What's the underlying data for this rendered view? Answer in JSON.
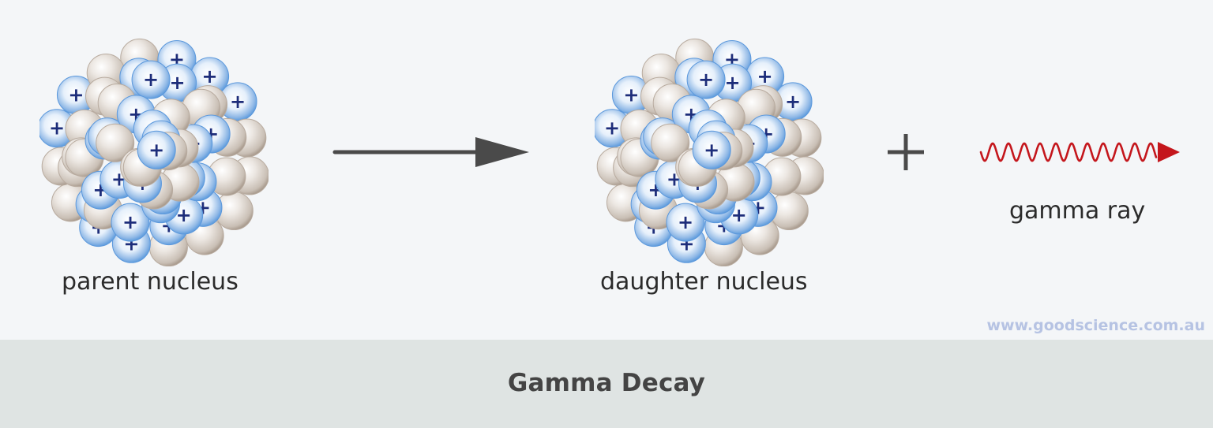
{
  "diagram": {
    "parent_label": "parent nucleus",
    "daughter_label": "daughter nucleus",
    "gamma_label": "gamma ray",
    "proton_symbol": "+"
  },
  "caption": {
    "title": "Gamma Decay"
  },
  "watermark": {
    "text": "www.goodscience.com.au"
  },
  "colors": {
    "background": "#f4f6f8",
    "caption_bar": "#dfe4e3",
    "proton": "#4a90d9",
    "neutron": "#c9bfb5",
    "arrow": "#4a4a4a",
    "gamma_ray": "#c4161c",
    "watermark": "#b6c3e3"
  },
  "icons": {
    "reaction_arrow": "right-arrow-icon",
    "plus_sign": "plus-icon",
    "gamma_wave": "wavy-arrow-icon"
  }
}
